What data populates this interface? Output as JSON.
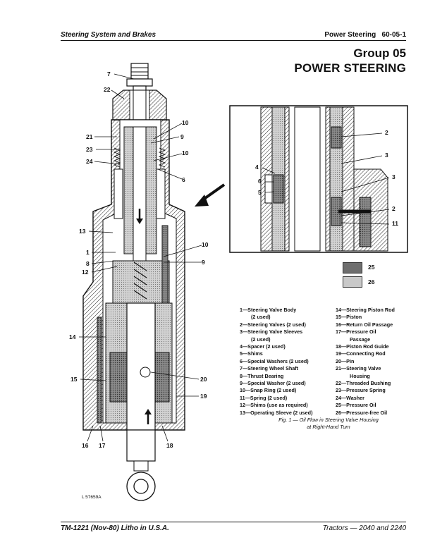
{
  "header": {
    "left": "Steering System and Brakes",
    "right": "Power Steering",
    "page_number": "60-05-1"
  },
  "group": "Group 05",
  "title": "POWER STEERING",
  "main_callouts": [
    "7",
    "22",
    "21",
    "23",
    "24",
    "10",
    "9",
    "10",
    "6",
    "13",
    "1",
    "8",
    "12",
    "10",
    "9",
    "14",
    "15",
    "20",
    "19",
    "16",
    "17",
    "18"
  ],
  "inset_callouts": [
    "2",
    "3",
    "4",
    "6",
    "5",
    "3",
    "2",
    "11"
  ],
  "swatches": [
    {
      "label": "25",
      "color": "#6e6e6e"
    },
    {
      "label": "26",
      "color": "#c9c9c9"
    }
  ],
  "legend": {
    "col1": [
      "1—Steering Valve Body",
      "(2 used)",
      "2—Steering Valves (2 used)",
      "3—Steering Valve Sleeves",
      "(2 used)",
      "4—Spacer (2 used)",
      "5—Shims",
      "6—Special Washers (2 used)",
      "7—Steering Wheel Shaft",
      "8—Thrust Bearing",
      "9—Special Washer (2 used)",
      "10—Snap Ring (2 used)",
      "11—Spring (2 used)",
      "12—Shims (use as required)",
      "13—Operating Sleeve (2 used)"
    ],
    "col2": [
      "14—Steering Piston Rod",
      "15—Piston",
      "16—Return Oil Passage",
      "17—Pressure Oil",
      "Passage",
      "18—Piston Rod Guide",
      "19—Connecting Rod",
      "20—Pin",
      "21—Steering Valve",
      "Housing",
      "22—Threaded Bushing",
      "23—Pressure Spring",
      "24—Washer",
      "25—Pressure Oil",
      "26—Pressure-free Oil"
    ]
  },
  "caption": {
    "line1": "Fig. 1 — Oil Flow in Steering Valve Housing",
    "line2": "at Right-Hand Turn"
  },
  "figure_ref": "L 57659A",
  "footer": {
    "left": "TM-1221 (Nov-80) Litho in U.S.A.",
    "right": "Tractors — 2040 and 2240"
  },
  "colors": {
    "ink": "#111111",
    "pressure_oil": "#6e6e6e",
    "pressure_free_oil": "#c9c9c9"
  }
}
